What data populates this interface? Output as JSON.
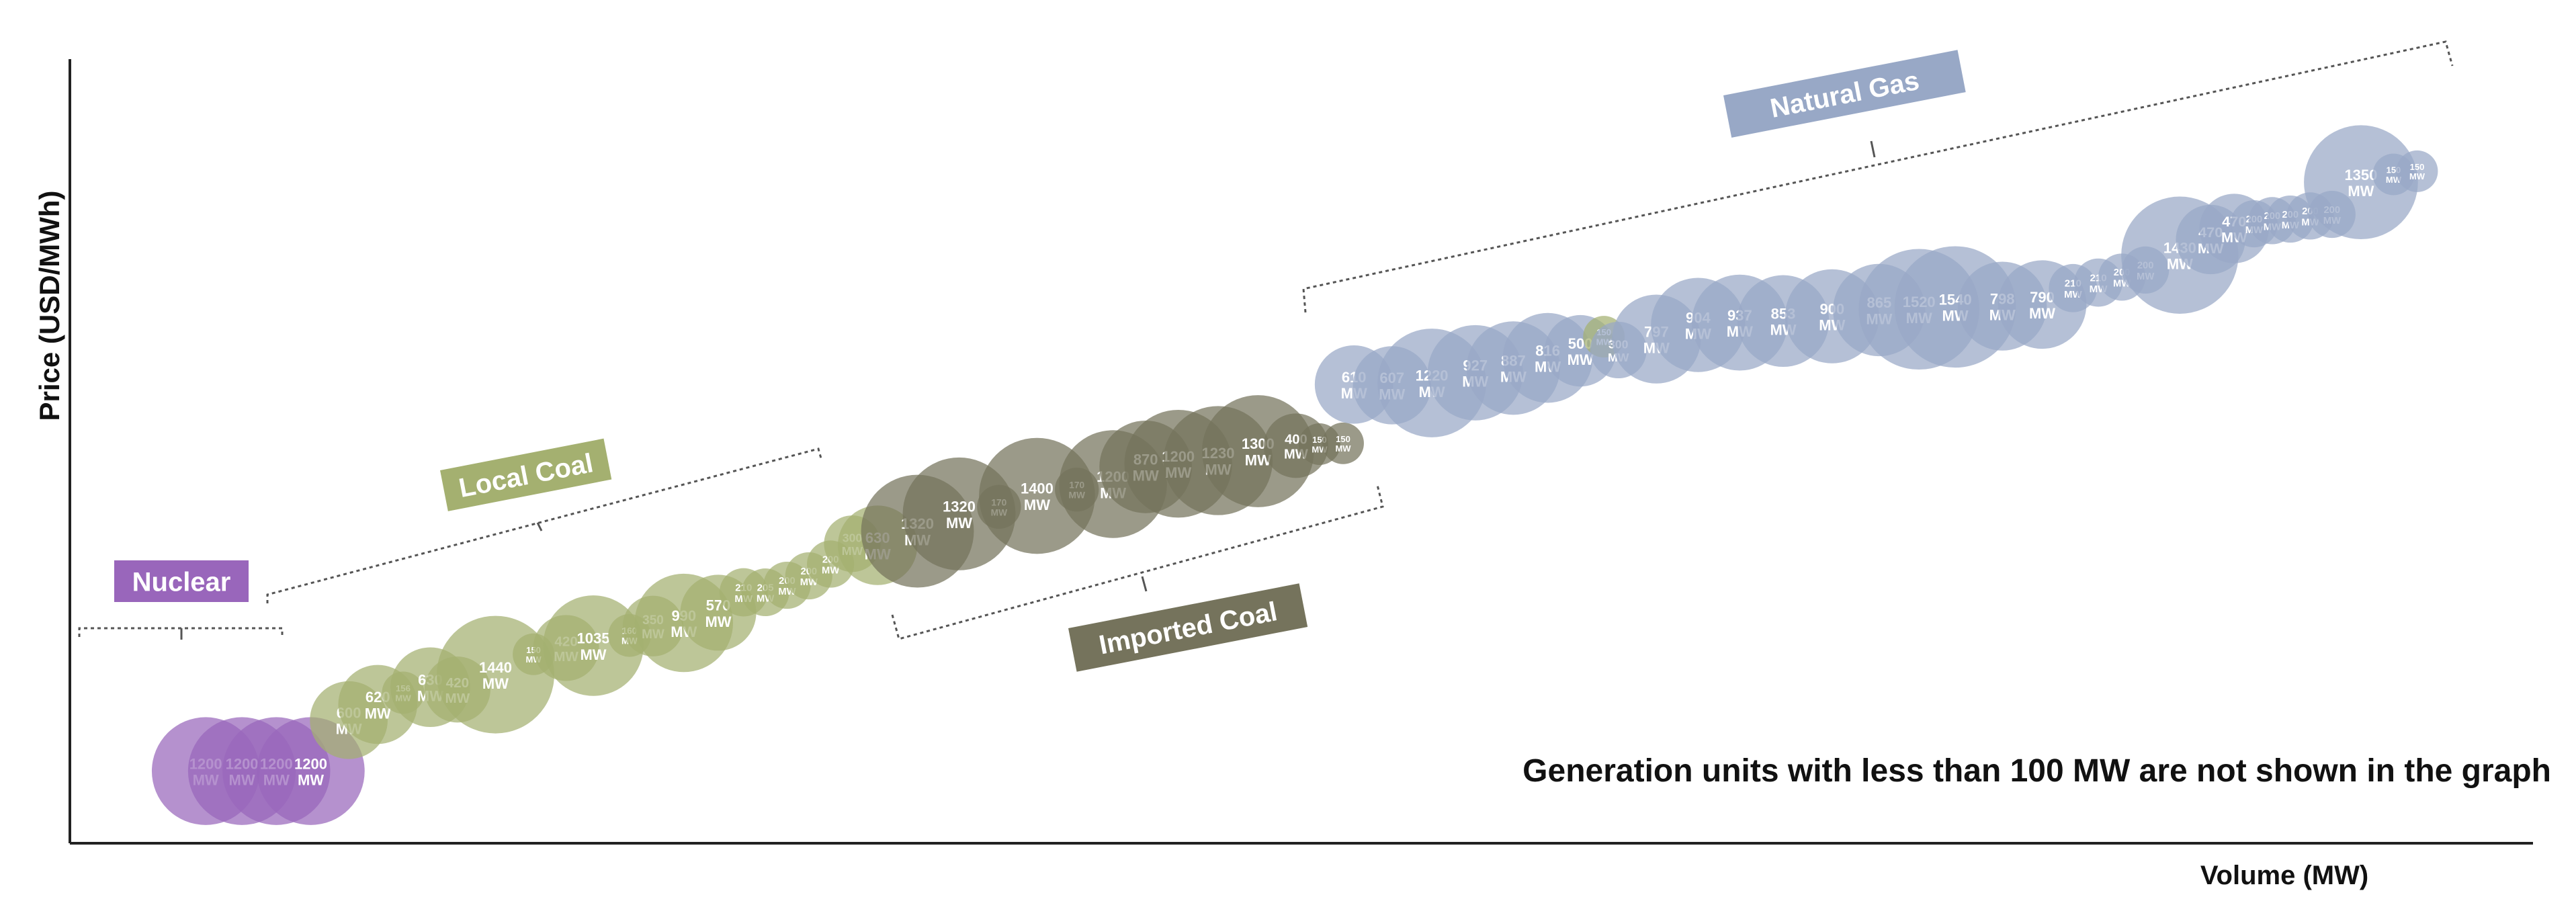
{
  "chart_data": {
    "type": "scatter",
    "title": "",
    "xlabel": "Volume (MW)",
    "ylabel": "Price (USD/MWh)",
    "note": "Generation units with less than 100 MW are not shown in the graph",
    "colors": {
      "Nuclear": "#9966bb",
      "Local Coal": "#a4b070",
      "Imported Coal": "#75735c",
      "Natural Gas": "#98a8c6",
      "axis": "#222222",
      "bracket": "#555555"
    },
    "group_labels": [
      {
        "name": "Nuclear",
        "label": "Nuclear"
      },
      {
        "name": "Local Coal",
        "label": "Local Coal"
      },
      {
        "name": "Imported Coal",
        "label": "Imported Coal"
      },
      {
        "name": "Natural Gas",
        "label": "Natural Gas"
      }
    ],
    "bubbles": [
      {
        "group": "Nuclear",
        "x": 0.075,
        "y": 0.092,
        "label": "1200 MW"
      },
      {
        "group": "Nuclear",
        "x": 0.095,
        "y": 0.092,
        "label": "1200 MW"
      },
      {
        "group": "Nuclear",
        "x": 0.114,
        "y": 0.092,
        "label": "1200 MW"
      },
      {
        "group": "Nuclear",
        "x": 0.133,
        "y": 0.092,
        "label": "1200 MW"
      },
      {
        "group": "Local Coal",
        "x": 0.154,
        "y": 0.157,
        "label": "600 MW"
      },
      {
        "group": "Local Coal",
        "x": 0.17,
        "y": 0.177,
        "label": "620 MW"
      },
      {
        "group": "Local Coal",
        "x": 0.184,
        "y": 0.192,
        "label": "156 MW"
      },
      {
        "group": "Local Coal",
        "x": 0.199,
        "y": 0.199,
        "label": "630 MW"
      },
      {
        "group": "Local Coal",
        "x": 0.214,
        "y": 0.196,
        "label": "420 MW"
      },
      {
        "group": "Local Coal",
        "x": 0.235,
        "y": 0.215,
        "label": "1440 MW"
      },
      {
        "group": "Local Coal",
        "x": 0.256,
        "y": 0.241,
        "label": "150 MW"
      },
      {
        "group": "Local Coal",
        "x": 0.274,
        "y": 0.249,
        "label": "420 MW"
      },
      {
        "group": "Local Coal",
        "x": 0.289,
        "y": 0.252,
        "label": "1035 MW"
      },
      {
        "group": "Local Coal",
        "x": 0.309,
        "y": 0.265,
        "label": "160 MW"
      },
      {
        "group": "Local Coal",
        "x": 0.322,
        "y": 0.277,
        "label": "350 MW"
      },
      {
        "group": "Local Coal",
        "x": 0.339,
        "y": 0.281,
        "label": "990 MW"
      },
      {
        "group": "Local Coal",
        "x": 0.358,
        "y": 0.294,
        "label": "570 MW"
      },
      {
        "group": "Local Coal",
        "x": 0.372,
        "y": 0.32,
        "label": "210 MW"
      },
      {
        "group": "Local Coal",
        "x": 0.384,
        "y": 0.32,
        "label": "205 MW"
      },
      {
        "group": "Local Coal",
        "x": 0.396,
        "y": 0.329,
        "label": "200 MW"
      },
      {
        "group": "Local Coal",
        "x": 0.408,
        "y": 0.341,
        "label": "200 MW"
      },
      {
        "group": "Local Coal",
        "x": 0.42,
        "y": 0.356,
        "label": "200 MW"
      },
      {
        "group": "Local Coal",
        "x": 0.432,
        "y": 0.382,
        "label": "300 MW"
      },
      {
        "group": "Local Coal",
        "x": 0.446,
        "y": 0.38,
        "label": "630 MW"
      },
      {
        "group": "Imported Coal",
        "x": 0.468,
        "y": 0.398,
        "label": "1320 MW"
      },
      {
        "group": "Imported Coal",
        "x": 0.491,
        "y": 0.42,
        "label": "1320 MW"
      },
      {
        "group": "Imported Coal",
        "x": 0.513,
        "y": 0.429,
        "label": "170 MW"
      },
      {
        "group": "Imported Coal",
        "x": 0.534,
        "y": 0.443,
        "label": "1400 MW"
      },
      {
        "group": "Imported Coal",
        "x": 0.556,
        "y": 0.451,
        "label": "170 MW"
      },
      {
        "group": "Imported Coal",
        "x": 0.576,
        "y": 0.458,
        "label": "1200 MW"
      },
      {
        "group": "Imported Coal",
        "x": 0.594,
        "y": 0.48,
        "label": "870 MW"
      },
      {
        "group": "Imported Coal",
        "x": 0.612,
        "y": 0.484,
        "label": "1200 MW"
      },
      {
        "group": "Imported Coal",
        "x": 0.634,
        "y": 0.488,
        "label": "1230 MW"
      },
      {
        "group": "Imported Coal",
        "x": 0.656,
        "y": 0.5,
        "label": "1300 MW"
      },
      {
        "group": "Imported Coal",
        "x": 0.677,
        "y": 0.507,
        "label": "400 MW"
      },
      {
        "group": "Imported Coal",
        "x": 0.69,
        "y": 0.509,
        "label": "150 MW"
      },
      {
        "group": "Imported Coal",
        "x": 0.703,
        "y": 0.51,
        "label": "150 MW"
      },
      {
        "group": "Natural Gas",
        "x": 0.709,
        "y": 0.585,
        "label": "610 MW"
      },
      {
        "group": "Natural Gas",
        "x": 0.73,
        "y": 0.584,
        "label": "607 MW"
      },
      {
        "group": "Natural Gas",
        "x": 0.752,
        "y": 0.587,
        "label": "1220 MW"
      },
      {
        "group": "Natural Gas",
        "x": 0.776,
        "y": 0.6,
        "label": "927 MW"
      },
      {
        "group": "Natural Gas",
        "x": 0.797,
        "y": 0.606,
        "label": "887 MW"
      },
      {
        "group": "Natural Gas",
        "x": 0.816,
        "y": 0.619,
        "label": "816 MW"
      },
      {
        "group": "Natural Gas",
        "x": 0.834,
        "y": 0.628,
        "label": "500 MW"
      },
      {
        "group": "Local Coal",
        "x": 0.847,
        "y": 0.646,
        "label": "150 MW"
      },
      {
        "group": "Natural Gas",
        "x": 0.855,
        "y": 0.629,
        "label": "300 MW"
      },
      {
        "group": "Natural Gas",
        "x": 0.876,
        "y": 0.643,
        "label": "797 MW"
      },
      {
        "group": "Natural Gas",
        "x": 0.899,
        "y": 0.661,
        "label": "904 MW"
      },
      {
        "group": "Natural Gas",
        "x": 0.922,
        "y": 0.664,
        "label": "937 MW"
      },
      {
        "group": "Natural Gas",
        "x": 0.946,
        "y": 0.666,
        "label": "853 MW"
      },
      {
        "group": "Natural Gas",
        "x": 0.973,
        "y": 0.672,
        "label": "900 MW"
      },
      {
        "group": "Natural Gas",
        "x": 0.999,
        "y": 0.68,
        "label": "865 MW"
      },
      {
        "group": "Natural Gas",
        "x": 1.021,
        "y": 0.681,
        "label": "1520 MW"
      },
      {
        "group": "Natural Gas",
        "x": 1.041,
        "y": 0.684,
        "label": "1540 MW"
      },
      {
        "group": "Natural Gas",
        "x": 1.067,
        "y": 0.685,
        "label": "798 MW"
      },
      {
        "group": "Natural Gas",
        "x": 1.089,
        "y": 0.687,
        "label": "790 MW"
      },
      {
        "group": "Natural Gas",
        "x": 1.106,
        "y": 0.708,
        "label": "210 MW"
      },
      {
        "group": "Natural Gas",
        "x": 1.12,
        "y": 0.715,
        "label": "210 MW"
      },
      {
        "group": "Natural Gas",
        "x": 1.133,
        "y": 0.722,
        "label": "200 MW"
      },
      {
        "group": "Natural Gas",
        "x": 1.146,
        "y": 0.731,
        "label": "200 MW"
      },
      {
        "group": "Natural Gas",
        "x": 1.165,
        "y": 0.75,
        "label": "1430 MW"
      },
      {
        "group": "Natural Gas",
        "x": 1.182,
        "y": 0.77,
        "label": "470 MW"
      },
      {
        "group": "Natural Gas",
        "x": 1.195,
        "y": 0.784,
        "label": "470 MW"
      },
      {
        "group": "Natural Gas",
        "x": 1.206,
        "y": 0.79,
        "label": "200 MW"
      },
      {
        "group": "Natural Gas",
        "x": 1.216,
        "y": 0.794,
        "label": "200 MW"
      },
      {
        "group": "Natural Gas",
        "x": 1.226,
        "y": 0.796,
        "label": "200 MW"
      },
      {
        "group": "Natural Gas",
        "x": 1.237,
        "y": 0.8,
        "label": "200 MW"
      },
      {
        "group": "Natural Gas",
        "x": 1.249,
        "y": 0.802,
        "label": "200 MW"
      },
      {
        "group": "Natural Gas",
        "x": 1.265,
        "y": 0.843,
        "label": "1350 MW"
      },
      {
        "group": "Natural Gas",
        "x": 1.283,
        "y": 0.853,
        "label": "150 MW"
      },
      {
        "group": "Natural Gas",
        "x": 1.296,
        "y": 0.857,
        "label": "150 MW"
      }
    ]
  }
}
